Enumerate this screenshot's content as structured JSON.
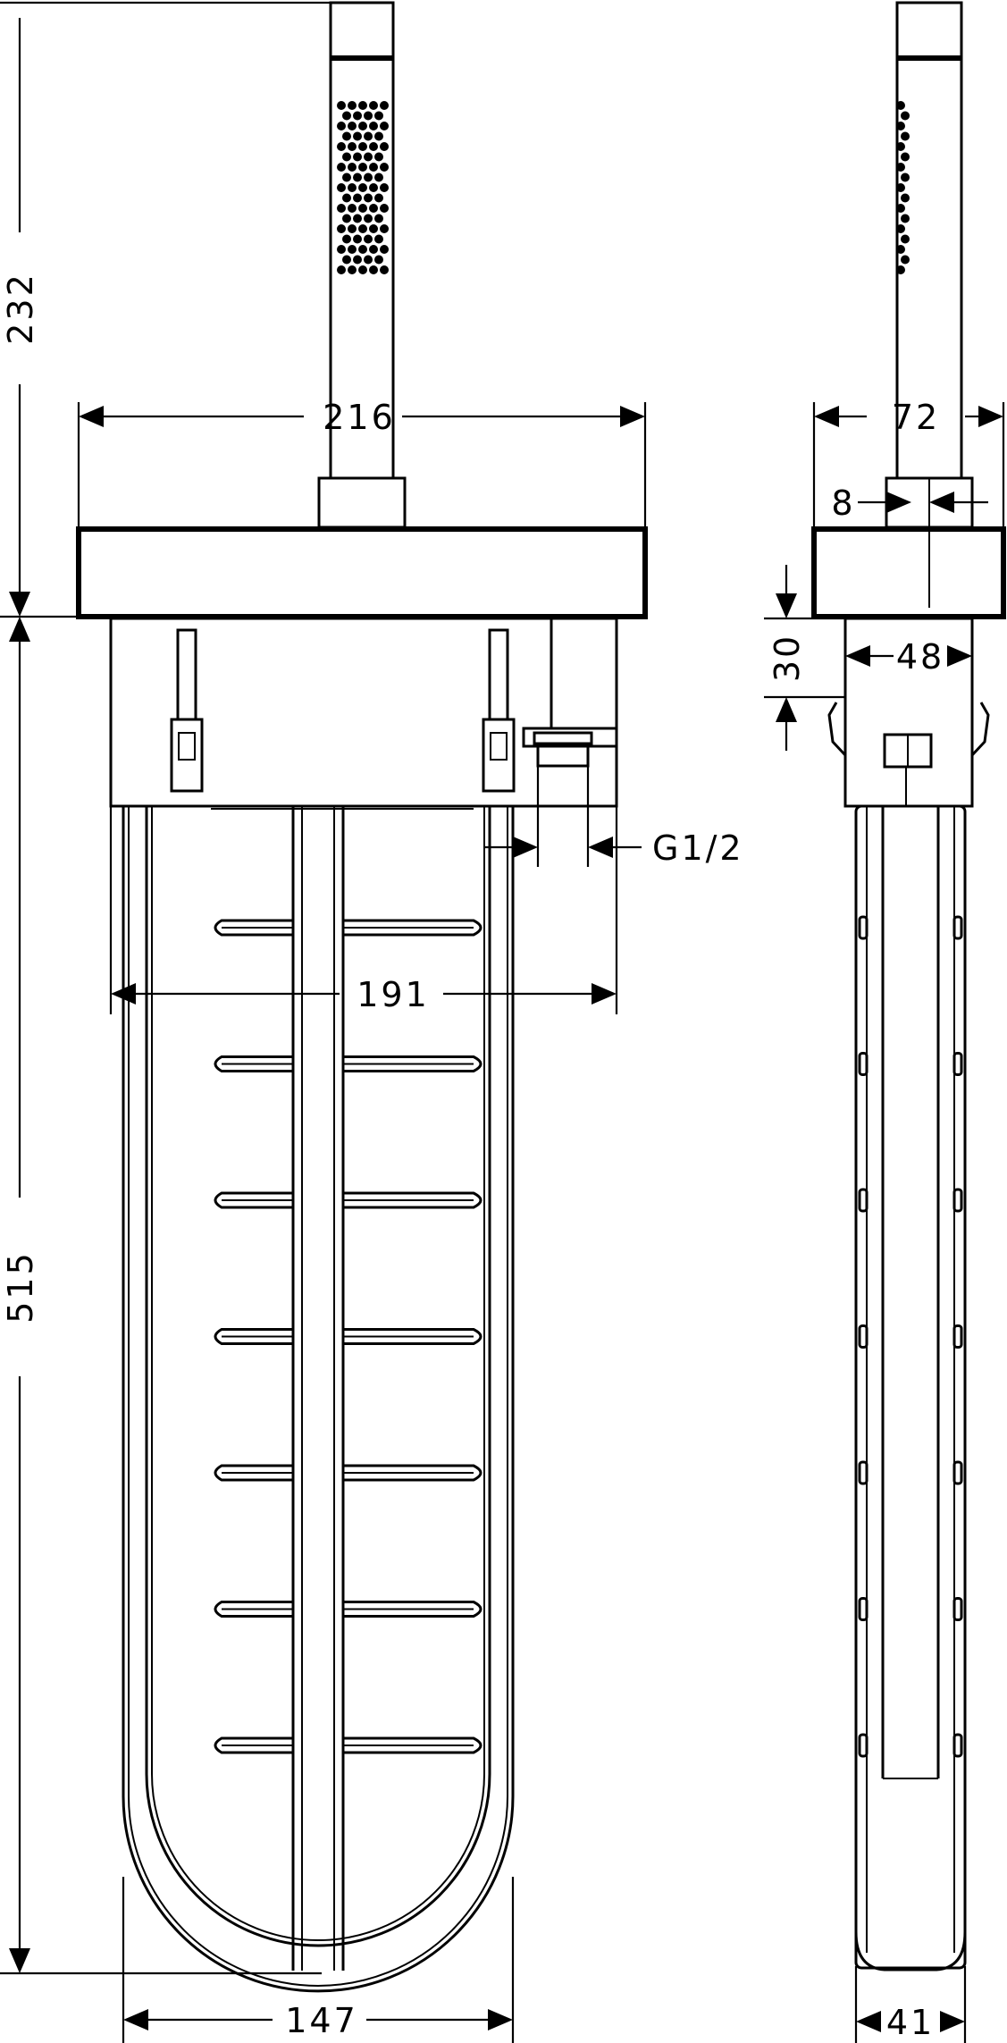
{
  "dimensions": {
    "handshower_height": "232",
    "body_height": "515",
    "head_width": "216",
    "mount_width": "191",
    "inlet_thread": "G1/2",
    "shelf_width": "147",
    "side_head_width": "72",
    "side_pipe_offset": "8",
    "side_mount_depth": "30",
    "side_mount_width": "48",
    "side_shelf_depth": "41"
  },
  "colors": {
    "line": "#000000",
    "background": "#ffffff"
  },
  "icons": {
    "arrow": "arrowhead-icon"
  }
}
